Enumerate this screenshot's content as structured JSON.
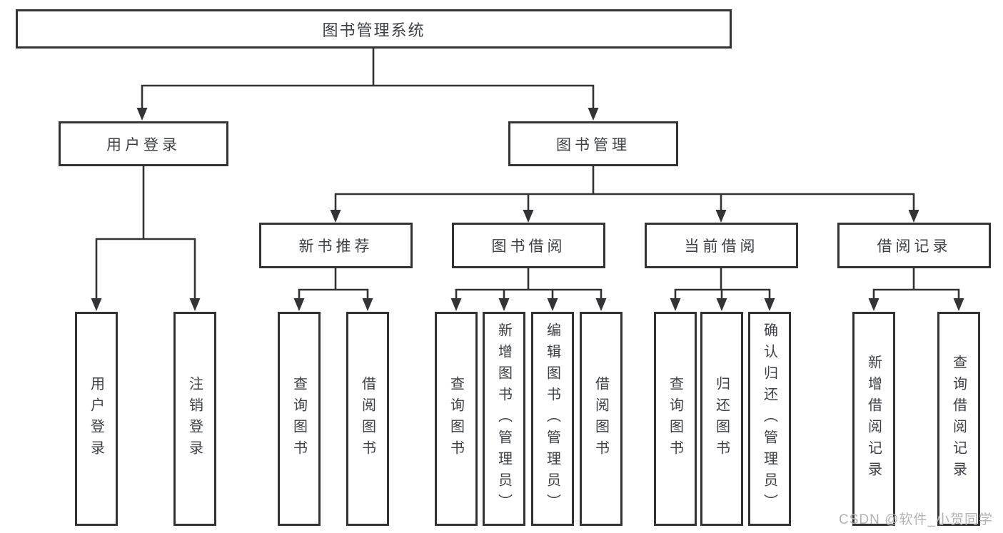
{
  "tree": {
    "label": "图书管理系统",
    "children": [
      {
        "label": "用户登录",
        "children": [
          {
            "label": "用户登录"
          },
          {
            "label": "注销登录"
          }
        ]
      },
      {
        "label": "图书管理",
        "children": [
          {
            "label": "新书推荐",
            "children": [
              {
                "label": "查询图书"
              },
              {
                "label": "借阅图书"
              }
            ]
          },
          {
            "label": "图书借阅",
            "children": [
              {
                "label": "查询图书"
              },
              {
                "label": "新增图书（管理员）"
              },
              {
                "label": "编辑图书（管理员）"
              },
              {
                "label": "借阅图书"
              }
            ]
          },
          {
            "label": "当前借阅",
            "children": [
              {
                "label": "查询图书"
              },
              {
                "label": "归还图书"
              },
              {
                "label": "确认归还（管理员）"
              }
            ]
          },
          {
            "label": "借阅记录",
            "children": [
              {
                "label": "新增借阅记录"
              },
              {
                "label": "查询借阅记录"
              }
            ]
          }
        ]
      }
    ]
  },
  "watermark": "CSDN @软件_小贺同学",
  "colors": {
    "line": "#333335",
    "text": "#3e4046",
    "watermark": "#b3b3b3",
    "background": "#ffffff"
  }
}
